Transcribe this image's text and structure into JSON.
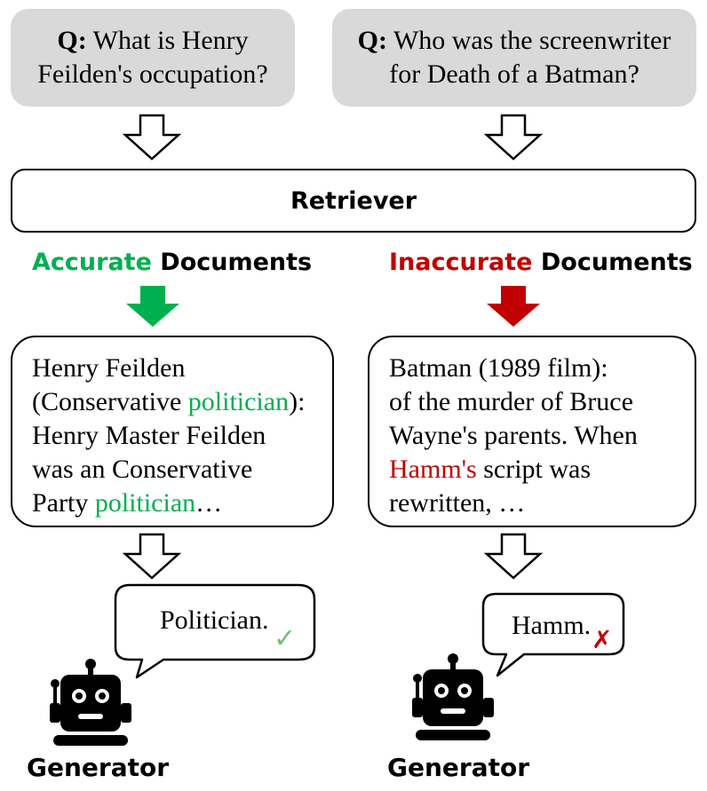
{
  "questions": [
    {
      "prefix": "Q:",
      "line1": "What is Henry",
      "line2": "Feilden's occupation?"
    },
    {
      "prefix": "Q:",
      "line1": "Who was the screenwriter",
      "line2": "for Death of a Batman?"
    }
  ],
  "retriever": {
    "label": "Retriever"
  },
  "headings": {
    "left": {
      "accent": "Accurate",
      "rest": "Documents",
      "accent_color": "#00b050"
    },
    "right": {
      "accent": "Inaccurate",
      "rest": "Documents",
      "accent_color": "#c00000"
    }
  },
  "docs": {
    "left": {
      "l1": "Henry Feilden",
      "l2_pre": "(Conservative ",
      "l2_hl": "politician",
      "l2_post": "):",
      "l3": "Henry Master Feilden",
      "l4": "was an Conservative",
      "l5_pre": "Party ",
      "l5_hl": "politician",
      "l5_post": "…"
    },
    "right": {
      "l1": "Batman (1989 film):",
      "l2": "of the murder of Bruce",
      "l3": "Wayne's parents. When",
      "l4_hl": "Hamm's",
      "l4_post": " script was",
      "l5": "rewritten, …"
    }
  },
  "answers": {
    "left": {
      "text": "Politician.",
      "mark": "✓",
      "mark_color": "#70c070",
      "verdict_icon": "check-icon"
    },
    "right": {
      "text": "Hamm.",
      "mark": "✗",
      "mark_color": "#c00000",
      "verdict_icon": "cross-icon"
    }
  },
  "generators": {
    "left": "Generator",
    "right": "Generator"
  },
  "colors": {
    "question_box": "#d9d9d9",
    "accurate": "#00b050",
    "inaccurate": "#c00000"
  }
}
